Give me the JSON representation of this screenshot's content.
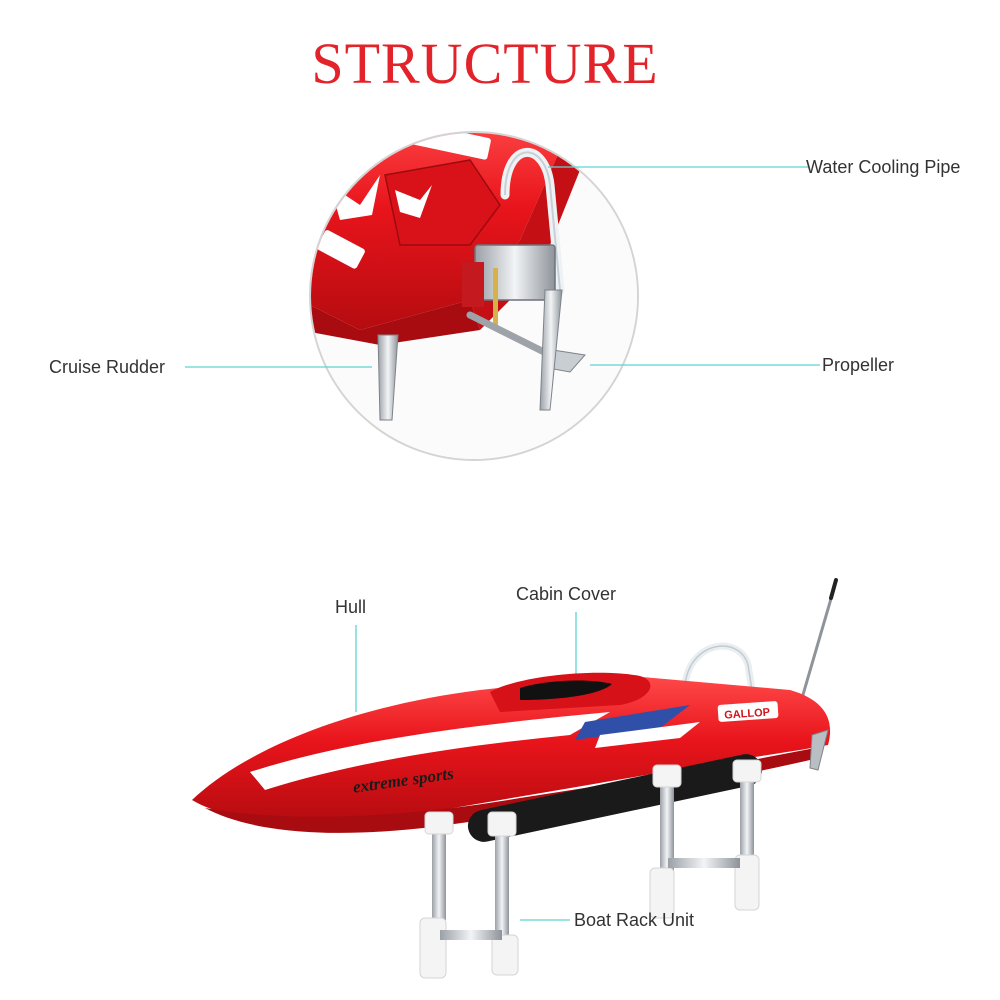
{
  "title": "STRUCTURE",
  "labels": {
    "water_cooling_pipe": "Water Cooling Pipe",
    "cruise_rudder": "Cruise Rudder",
    "propeller": "Propeller",
    "hull": "Hull",
    "cabin_cover": "Cabin Cover",
    "boat_rack_unit": "Boat Rack Unit"
  },
  "hull_text": {
    "brand": "GALLOP",
    "tagline": "extreme sports",
    "series": "EXTREME"
  },
  "colors": {
    "title": "#e3232a",
    "hull_red": "#e8141b",
    "leader_line": "#5fd3d3",
    "label_text": "#333333"
  }
}
